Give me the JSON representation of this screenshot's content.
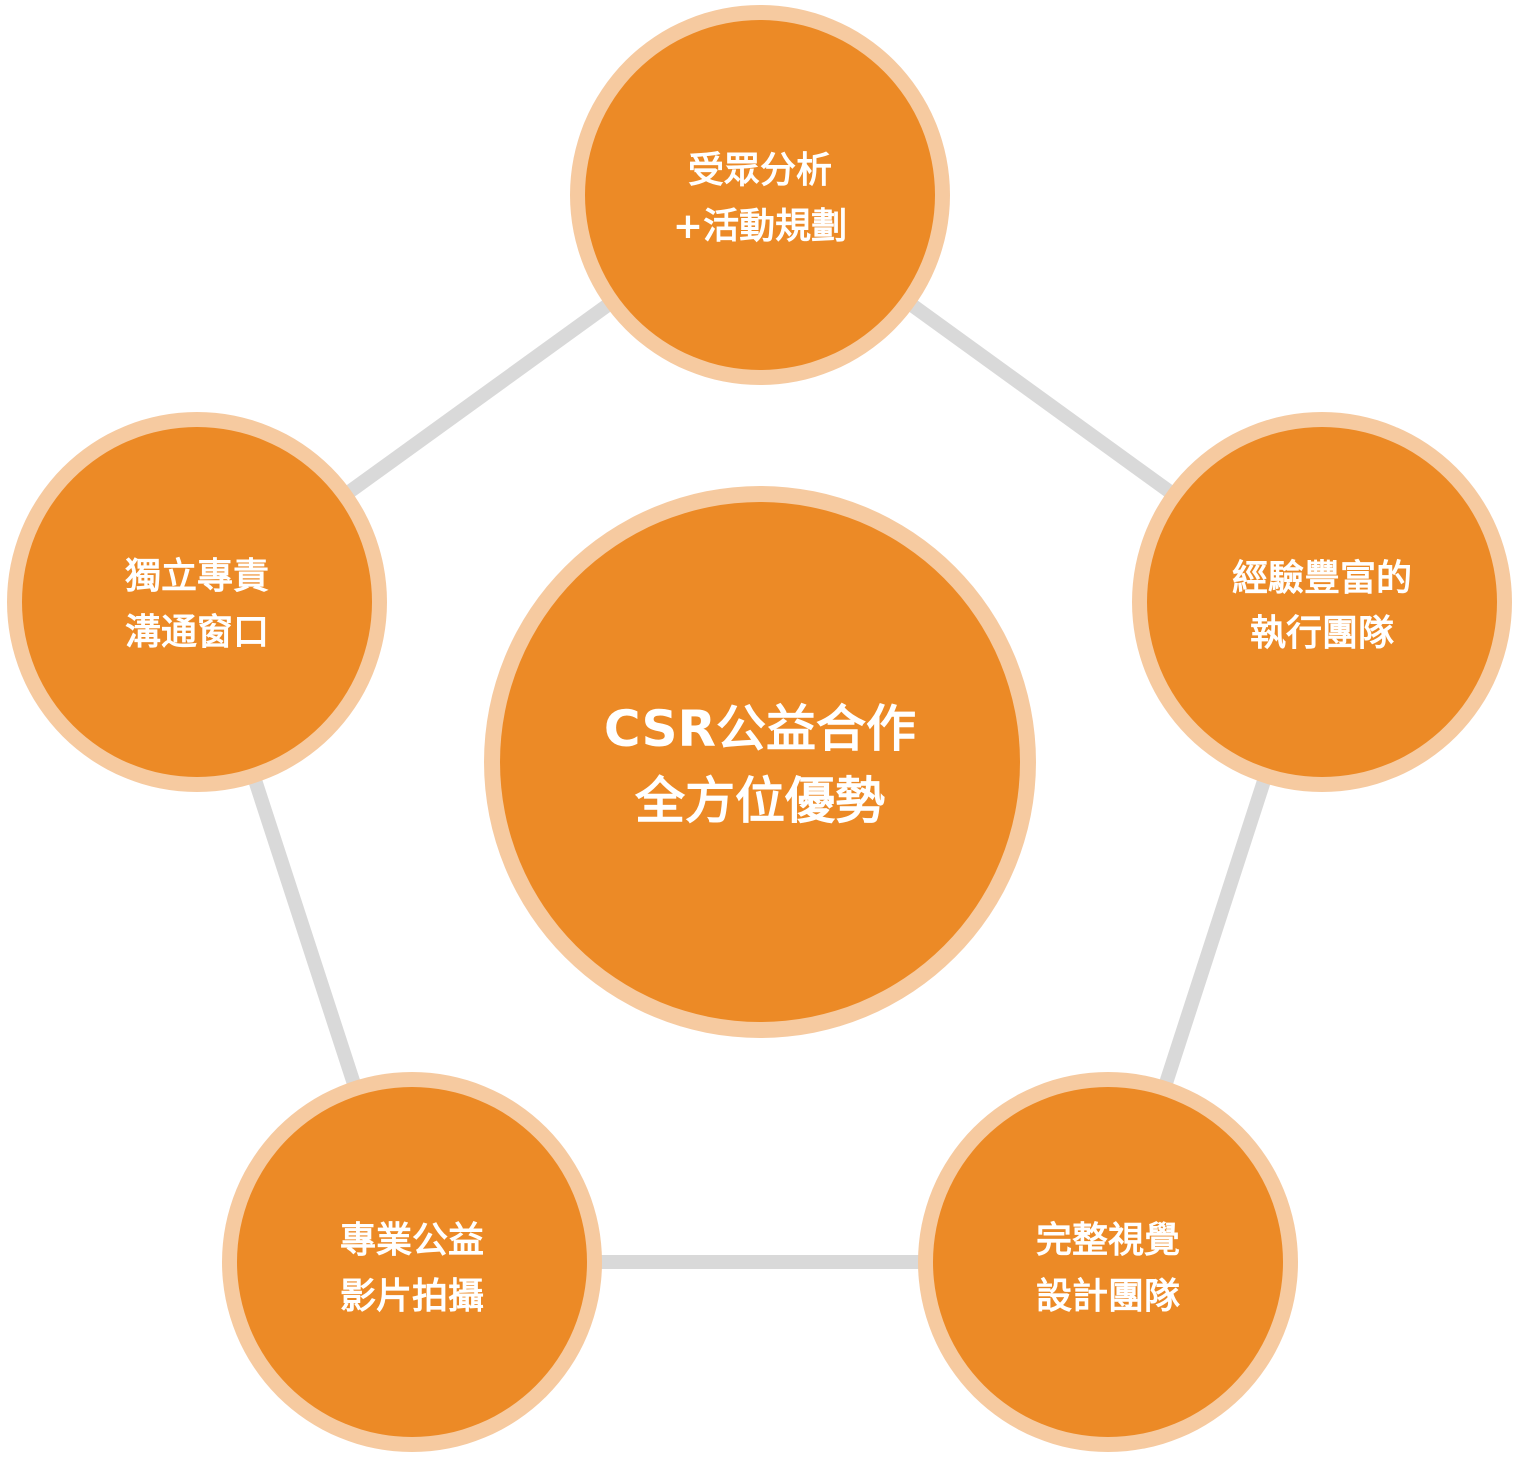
{
  "diagram": {
    "center": {
      "line1": "CSR公益合作",
      "line2": "全方位優勢"
    },
    "nodes": [
      {
        "id": "top",
        "line1": "受眾分析",
        "line2": "+活動規劃"
      },
      {
        "id": "right",
        "line1": "經驗豐富的",
        "line2": "執行團隊"
      },
      {
        "id": "bottom-right",
        "line1": "完整視覺",
        "line2": "設計團隊"
      },
      {
        "id": "bottom-left",
        "line1": "專業公益",
        "line2": "影片拍攝"
      },
      {
        "id": "left",
        "line1": "獨立專責",
        "line2": "溝通窗口"
      }
    ],
    "colors": {
      "node_fill": "#ec8a26",
      "node_ring": "#f6caa0",
      "connector": "#d9d9d9",
      "text": "#ffffff"
    }
  }
}
